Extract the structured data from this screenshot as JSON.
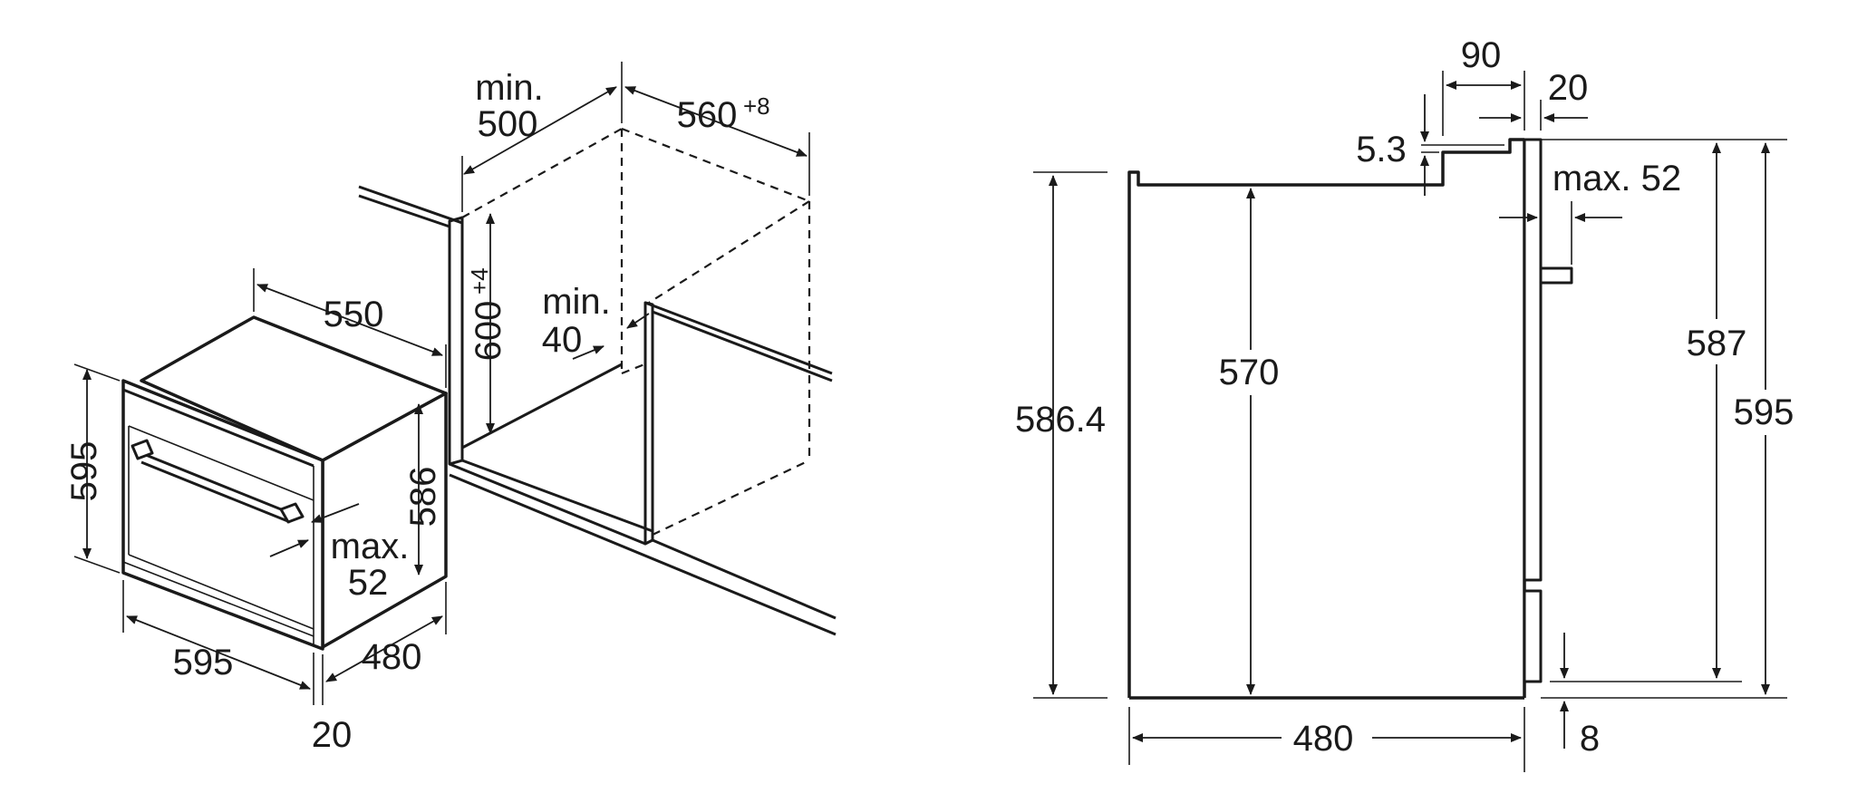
{
  "iso_view": {
    "cabinet_depth_min": {
      "line1": "min.",
      "line2": "500"
    },
    "niche_width": {
      "base": "560",
      "tolerance": "+8"
    },
    "niche_height": {
      "base": "600",
      "tolerance": "+4"
    },
    "gap_min": {
      "line1": "min.",
      "line2": "40"
    },
    "oven_depth": "550",
    "oven_height": "595",
    "body_height": "586",
    "handle_max": {
      "line1": "max.",
      "line2": "52"
    },
    "oven_width": "595",
    "body_depth": "480",
    "front_thickness": "20"
  },
  "side_view": {
    "top_offset": "90",
    "front_thickness": "20",
    "step_height": "5.3",
    "handle_max": "max. 52",
    "total_height_rear": "586.4",
    "inner_height": "570",
    "front_height_inner": "587",
    "front_height_total": "595",
    "body_depth": "480",
    "bottom_gap": "8"
  }
}
